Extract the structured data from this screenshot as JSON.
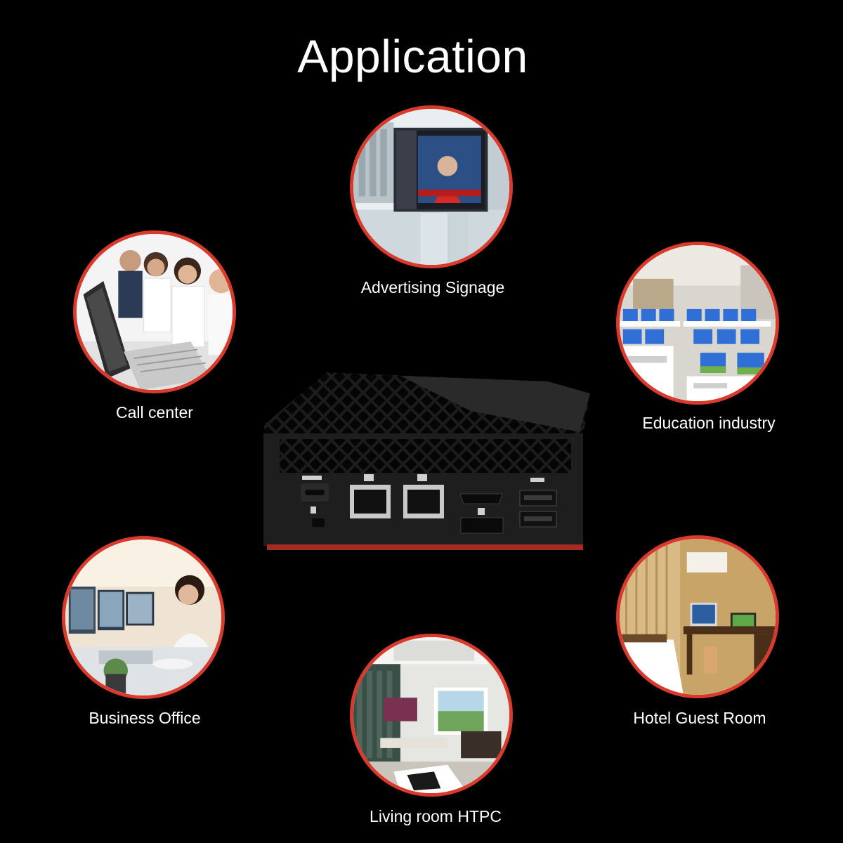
{
  "page": {
    "title": "Application",
    "accent_color": "#d83a2c",
    "background_color": "#000000"
  },
  "applications": [
    {
      "label": "Advertising Signage",
      "icon": "digital-signage-photo"
    },
    {
      "label": "Call center",
      "icon": "call-center-photo"
    },
    {
      "label": "Education industry",
      "icon": "computer-classroom-photo"
    },
    {
      "label": "Business Office",
      "icon": "business-office-photo"
    },
    {
      "label": "Hotel Guest Room",
      "icon": "hotel-room-photo"
    },
    {
      "label": "Living room HTPC",
      "icon": "living-room-photo"
    }
  ],
  "device": {
    "icon": "mini-pc-photo",
    "ports": [
      "usb-c-port",
      "lan-port",
      "lan-port",
      "hdmi-port",
      "displayport-port",
      "usb-a-port",
      "usb-a-port",
      "kensington-lock-slot"
    ]
  }
}
